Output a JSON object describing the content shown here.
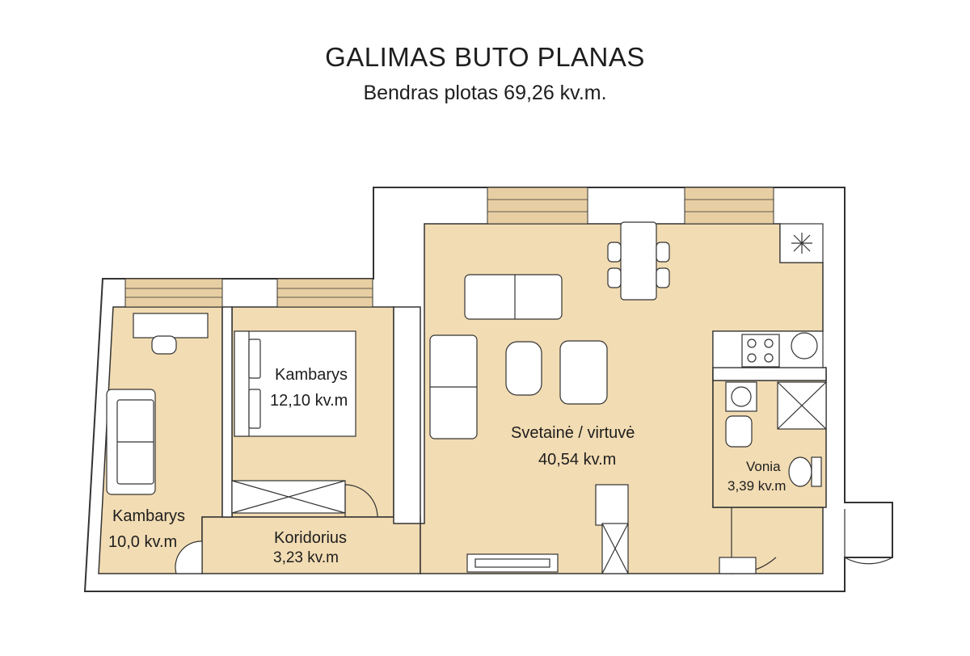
{
  "header": {
    "title": "GALIMAS BUTO PLANAS",
    "subtitle": "Bendras plotas 69,26 kv.m."
  },
  "rooms": [
    {
      "name": "Kambarys",
      "area": "10,0 kv.m"
    },
    {
      "name": "Kambarys",
      "area": "12,10 kv.m"
    },
    {
      "name": "Koridorius",
      "area": "3,23 kv.m"
    },
    {
      "name": "Svetainė / virtuvė",
      "area": "40,54 kv.m"
    },
    {
      "name": "Vonia",
      "area": "3,39 kv.m"
    }
  ],
  "colors": {
    "floor": "#f2dcb3",
    "wall": "#ffffff",
    "line": "#3a3a3a",
    "window": "#e8cfa3"
  }
}
